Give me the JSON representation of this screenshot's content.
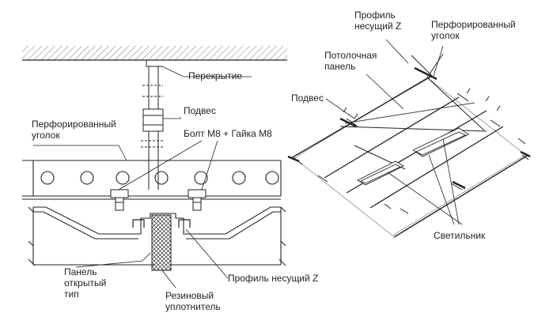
{
  "labels": {
    "ceiling": "Перекрытие",
    "hanger_left": "Подвес",
    "perforated_corner_left": "Перфорированный\nуголок",
    "bolt_nut": "Болт М8 + Гайка М8",
    "panel_open": "Панель\nоткрытый\nтип",
    "rubber_seal": "Резиновый\nуплотнитель",
    "z_profile_left": "Профиль несущий Z",
    "z_profile_right": "Профиль\nнесущий Z",
    "perforated_corner_right": "Перфорированный\nуголок",
    "ceiling_panel": "Потолочная\nпанель",
    "hanger_right": "Подвес",
    "luminaire": "Светильник"
  },
  "colors": {
    "line": "#222222",
    "hatch": "#555555",
    "background": "#ffffff"
  }
}
